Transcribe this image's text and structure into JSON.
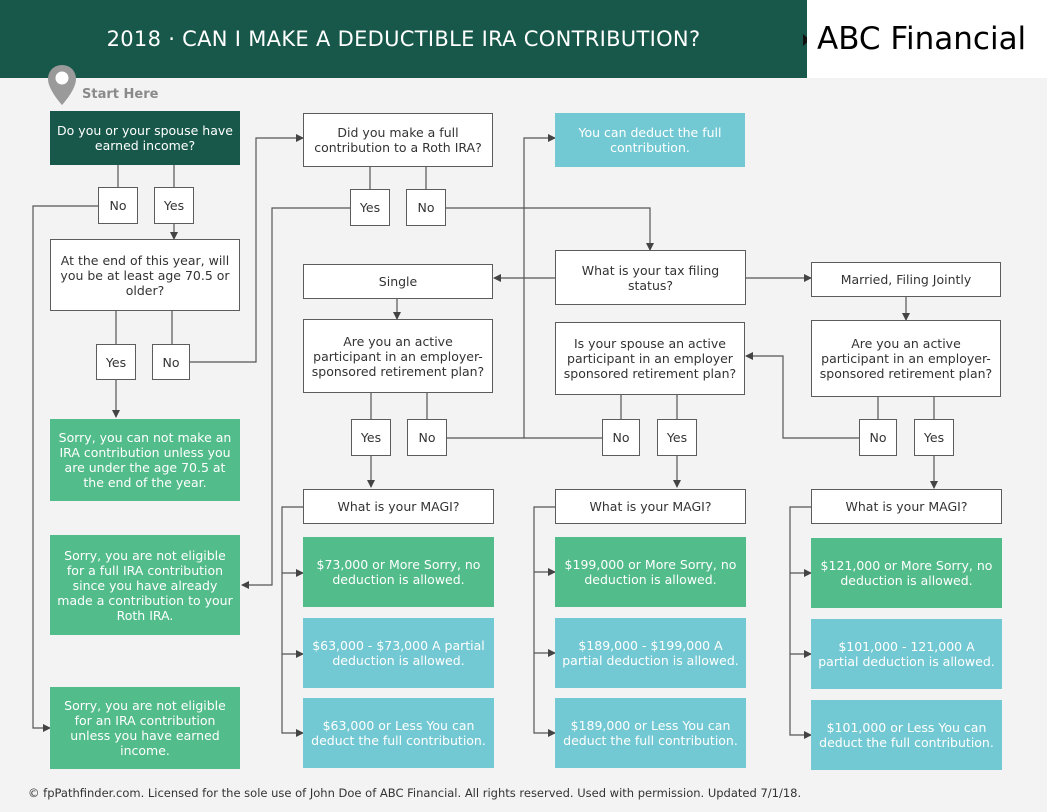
{
  "header": {
    "title": "2018 · CAN I MAKE A DEDUCTIBLE IRA CONTRIBUTION?",
    "brand": "ABC Financial",
    "start_label": "Start Here"
  },
  "nodes": {
    "q_earned": "Do you or your spouse have earned income?",
    "no1": "No",
    "yes1": "Yes",
    "q_age": "At the end of this year, will you be at least age 70.5 or older?",
    "yes_age": "Yes",
    "no_age": "No",
    "r_age": "Sorry, you can not make an IRA contribution unless you are under the age 70.5 at the end of the year.",
    "r_roth": "Sorry, you are not eligible for a full IRA contribution since you have already made a contribution to your Roth IRA.",
    "r_earned": "Sorry, you are not eligible for an IRA contribution unless you have earned income.",
    "q_roth": "Did you make a full contribution to a Roth IRA?",
    "yes_roth": "Yes",
    "no_roth": "No",
    "r_full": "You can deduct the full contribution.",
    "q_status": "What is your tax filing status?",
    "single": "Single",
    "mfj": "Married, Filing Jointly",
    "q_single_active": "Are you an active participant in an employer-sponsored retirement plan?",
    "yes_s": "Yes",
    "no_s": "No",
    "q_spouse_active": "Is your spouse an active participant in an employer sponsored retirement plan?",
    "no_sp": "No",
    "yes_sp": "Yes",
    "q_mfj_active": "Are you an active participant in an employer-sponsored retirement plan?",
    "no_m": "No",
    "yes_m": "Yes",
    "magi1": "What is your MAGI?",
    "magi2": "What is your MAGI?",
    "magi3": "What is your MAGI?",
    "c1a": "$73,000 or More Sorry, no deduction is allowed.",
    "c1b": "$63,000 - $73,000 A partial deduction is allowed.",
    "c1c": "$63,000 or Less You can deduct the full contribution.",
    "c2a": "$199,000 or More Sorry, no deduction is allowed.",
    "c2b": "$189,000 - $199,000 A partial deduction is allowed.",
    "c2c": "$189,000 or Less You can deduct the full contribution.",
    "c3a": "$121,000 or More Sorry, no deduction is allowed.",
    "c3b": "$101,000 - 121,000 A partial deduction is allowed.",
    "c3c": "$101,000 or Less You can deduct the full contribution."
  },
  "footer": "© fpPathfinder.com. Licensed for the sole use of John Doe of ABC Financial. All rights reserved. Used with permission. Updated 7/1/18.",
  "colors": {
    "header": "#17584a",
    "green": "#52bc8a",
    "blue": "#73c9d3"
  }
}
